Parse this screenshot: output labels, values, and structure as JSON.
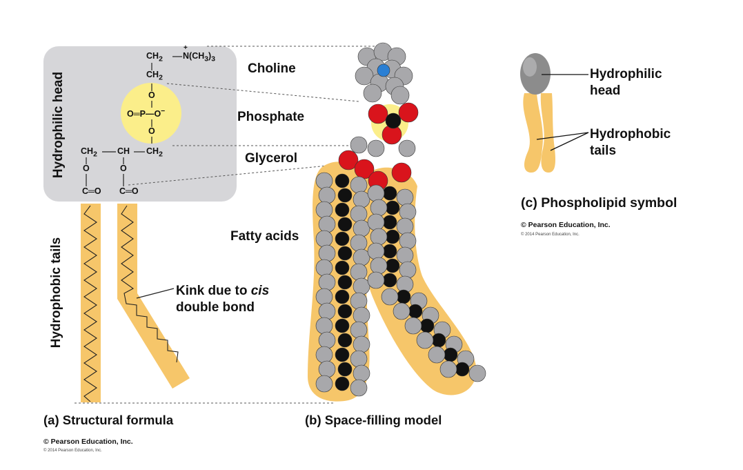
{
  "colors": {
    "tail_fill": "#f6c66a",
    "tail_stroke": "#c88a1e",
    "head_box": "#d6d6d9",
    "phosphate_circle": "#fbee8a",
    "oxygen": "#d9141c",
    "carbon": "#111111",
    "hydrogen": "#a8a8ab",
    "nitrogen": "#2a7fd4",
    "symbol_head": "#8c8c8c"
  },
  "panel_a": {
    "caption": "(a) Structural formula",
    "copyright": "© Pearson Education, Inc.",
    "copyright_small": "© 2014 Pearson Education, Inc.",
    "head_label": "Hydrophilic head",
    "tails_label": "Hydrophobic tails",
    "kink_label_1": "Kink due to ",
    "kink_label_italic": "cis",
    "kink_label_2": "double bond",
    "formula": {
      "ch2_top": "CH",
      "n_group": "N(CH",
      "plus": "+",
      "ch2_b": "CH",
      "o1": "O",
      "phos_left": "O",
      "phos_p": "P",
      "phos_right": "O",
      "phos_minus": "−",
      "o2": "O",
      "glycerol_1": "CH",
      "glycerol_2": "CH",
      "glycerol_3": "CH",
      "o_left": "O",
      "o_mid": "O",
      "ester_left": "C═O",
      "ester_right": "C═O",
      "sub2": "2",
      "sub3": "3"
    }
  },
  "panel_b": {
    "caption": "(b) Space-filling model",
    "choline": "Choline",
    "phosphate": "Phosphate",
    "glycerol": "Glycerol",
    "fatty_acids": "Fatty acids"
  },
  "panel_c": {
    "caption": "(c) Phospholipid symbol",
    "head_label_1": "Hydrophilic",
    "head_label_2": "head",
    "tails_label_1": "Hydrophobic",
    "tails_label_2": "tails",
    "copyright": "© Pearson Education, Inc.",
    "copyright_small": "© 2014 Pearson Education, Inc."
  }
}
